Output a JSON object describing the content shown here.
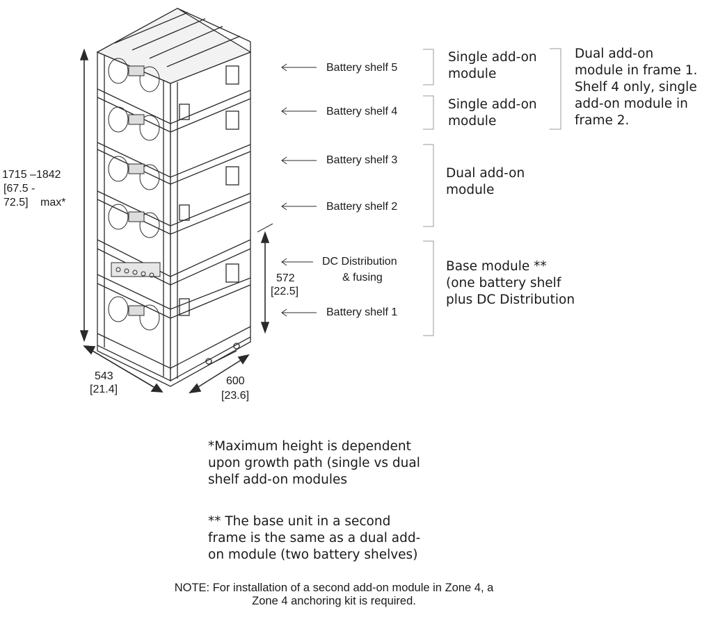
{
  "shelves": [
    {
      "label": "Battery shelf 5"
    },
    {
      "label": "Battery shelf 4"
    },
    {
      "label": "Battery shelf 3"
    },
    {
      "label": "Battery shelf 2"
    },
    {
      "label": "DC Distribution",
      "label2": "& fusing"
    },
    {
      "label": "Battery shelf 1"
    }
  ],
  "modules": {
    "single_addon_1": [
      "Single add-on",
      "module"
    ],
    "single_addon_2": [
      "Single add-on",
      "module"
    ],
    "dual_addon": [
      "Dual add-on",
      "module"
    ],
    "base": [
      "Base module **",
      "(one battery shelf",
      "plus DC Distribution"
    ],
    "dual_frame": [
      "Dual add-on",
      "module in frame 1.",
      "Shelf 4 only, single",
      "add-on module in",
      "frame 2."
    ]
  },
  "dimensions": {
    "height_mm": "1715 –1842",
    "height_in_a": "[67.5 -",
    "height_in_b": "72.5]",
    "height_max": "max*",
    "base_mm": "572",
    "base_in": "[22.5]",
    "width_mm": "543",
    "width_in": "[21.4]",
    "depth_mm": "600",
    "depth_in": "[23.6]"
  },
  "notes": {
    "max_height": [
      "*Maximum height is dependent",
      "upon growth path (single vs dual",
      "shelf add-on modules"
    ],
    "base_unit": [
      "** The base unit in a  second",
      "frame is the same as a  dual  add-",
      "on module (two battery shelves)"
    ],
    "install": [
      "NOTE: For installation of a second add-on module in Zone 4, a",
      "Zone 4 anchoring kit is required."
    ]
  }
}
